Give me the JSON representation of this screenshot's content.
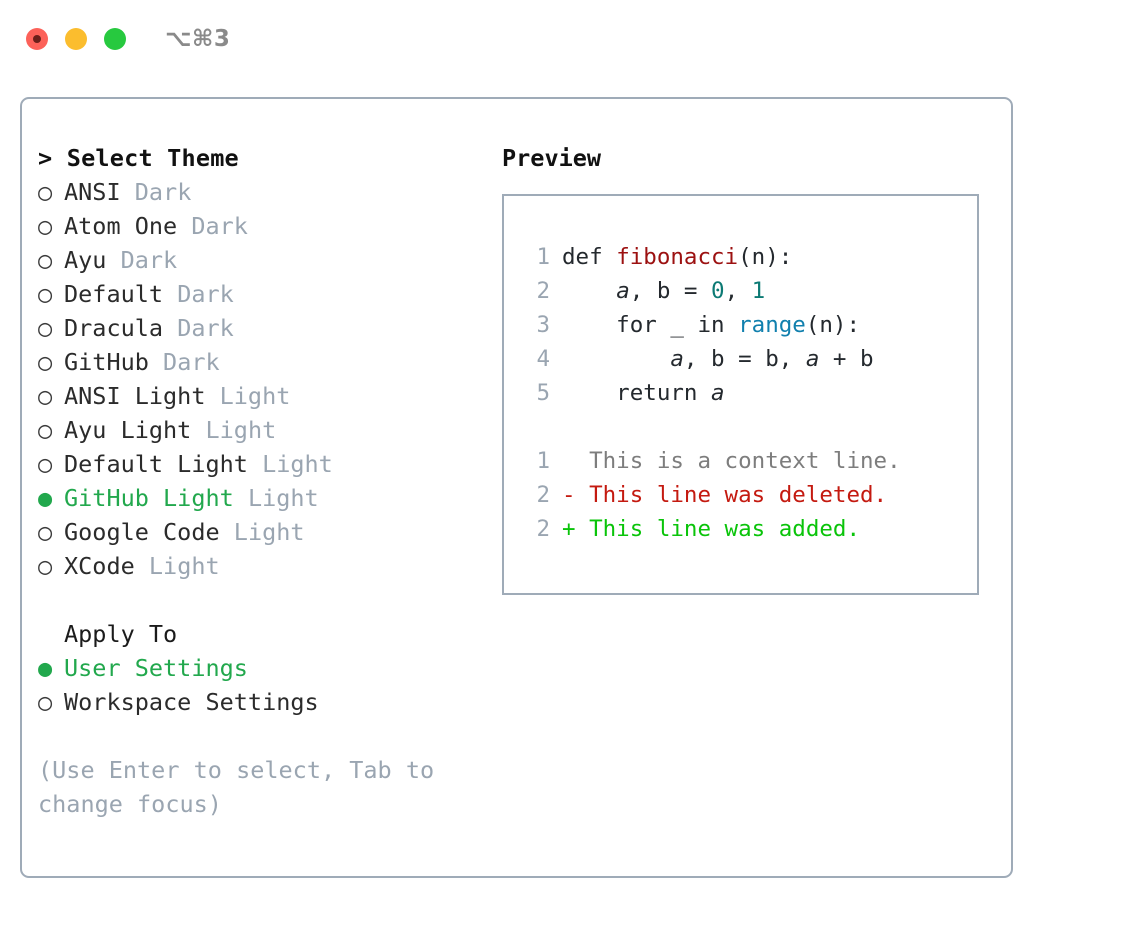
{
  "titlebar": {
    "shortcut": "⌥⌘3",
    "buttons": [
      {
        "name": "close",
        "color": "#fc6159"
      },
      {
        "name": "minimize",
        "color": "#fbbd2e"
      },
      {
        "name": "maximize",
        "color": "#27c93f"
      }
    ]
  },
  "theme_panel": {
    "prompt": ">",
    "header": "Select Theme",
    "items": [
      {
        "marker": "○",
        "label": "ANSI",
        "tag": "Dark",
        "selected": false
      },
      {
        "marker": "○",
        "label": "Atom One",
        "tag": "Dark",
        "selected": false
      },
      {
        "marker": "○",
        "label": "Ayu",
        "tag": "Dark",
        "selected": false
      },
      {
        "marker": "○",
        "label": "Default",
        "tag": "Dark",
        "selected": false
      },
      {
        "marker": "○",
        "label": "Dracula",
        "tag": "Dark",
        "selected": false
      },
      {
        "marker": "○",
        "label": "GitHub",
        "tag": "Dark",
        "selected": false
      },
      {
        "marker": "○",
        "label": "ANSI Light",
        "tag": "Light",
        "selected": false
      },
      {
        "marker": "○",
        "label": "Ayu Light",
        "tag": "Light",
        "selected": false
      },
      {
        "marker": "○",
        "label": "Default Light",
        "tag": "Light",
        "selected": false
      },
      {
        "marker": "●",
        "label": "GitHub Light",
        "tag": "Light",
        "selected": true
      },
      {
        "marker": "○",
        "label": "Google Code",
        "tag": "Light",
        "selected": false
      },
      {
        "marker": "○",
        "label": "XCode",
        "tag": "Light",
        "selected": false
      }
    ]
  },
  "apply_to": {
    "header": "Apply To",
    "options": [
      {
        "marker": "●",
        "label": "User Settings",
        "selected": true
      },
      {
        "marker": "○",
        "label": "Workspace Settings",
        "selected": false
      }
    ]
  },
  "hint": "(Use Enter to select, Tab to change focus)",
  "preview": {
    "header": "Preview",
    "code_lines": [
      {
        "lineno": "1",
        "tokens": [
          {
            "text": "def ",
            "style": "plain"
          },
          {
            "text": "fibonacci",
            "style": "fn"
          },
          {
            "text": "(n):",
            "style": "plain"
          }
        ]
      },
      {
        "lineno": "2",
        "tokens": [
          {
            "text": "    ",
            "style": "plain"
          },
          {
            "text": "a",
            "style": "var"
          },
          {
            "text": ", b = ",
            "style": "plain"
          },
          {
            "text": "0",
            "style": "num"
          },
          {
            "text": ", ",
            "style": "plain"
          },
          {
            "text": "1",
            "style": "num"
          }
        ]
      },
      {
        "lineno": "3",
        "tokens": [
          {
            "text": "    for _ in ",
            "style": "plain"
          },
          {
            "text": "range",
            "style": "kwfn"
          },
          {
            "text": "(n):",
            "style": "plain"
          }
        ]
      },
      {
        "lineno": "4",
        "tokens": [
          {
            "text": "        ",
            "style": "plain"
          },
          {
            "text": "a",
            "style": "var"
          },
          {
            "text": ", b = b, ",
            "style": "plain"
          },
          {
            "text": "a",
            "style": "var"
          },
          {
            "text": " + b",
            "style": "plain"
          }
        ]
      },
      {
        "lineno": "5",
        "tokens": [
          {
            "text": "    return ",
            "style": "plain"
          },
          {
            "text": "a",
            "style": "var"
          }
        ]
      }
    ],
    "diff_lines": [
      {
        "lineno": "1",
        "sign": " ",
        "text": " This is a context line.",
        "kind": "ctx"
      },
      {
        "lineno": "2",
        "sign": "-",
        "text": " This line was deleted.",
        "kind": "del"
      },
      {
        "lineno": "2",
        "sign": "+",
        "text": " This line was added.",
        "kind": "add"
      }
    ]
  },
  "colors": {
    "accent_green": "#22a84d",
    "muted_gray": "#9aa5b1",
    "border": "#9fabb8",
    "diff_add": "#0ac40a",
    "diff_del": "#c41a10",
    "syntax_function": "#9c1111",
    "syntax_number": "#0c7a74",
    "syntax_builtin": "#1180ae"
  }
}
